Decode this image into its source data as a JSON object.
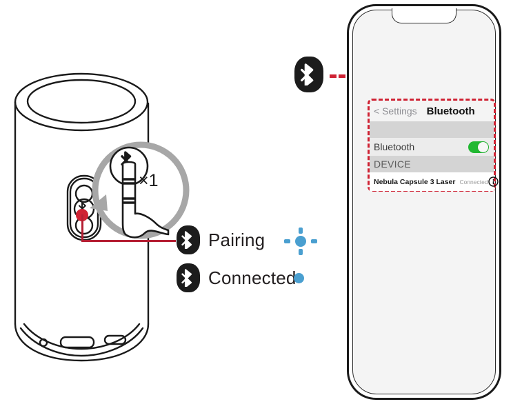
{
  "illustration": {
    "title": "Bluetooth pairing instruction diagram",
    "press_count_label": "×1"
  },
  "device": {
    "name": "speaker-projector",
    "button_panel": {
      "buttons": [
        "power-button",
        "bluetooth-button",
        "source-button"
      ]
    },
    "led_callout": {
      "color": "#cf2233",
      "target": "bluetooth-led-indicator"
    }
  },
  "legend": {
    "items": [
      {
        "icon": "bluetooth-icon",
        "label": "Pairing",
        "indicator": "blinking-blue-led",
        "indicator_color": "#4a9fd0"
      },
      {
        "icon": "bluetooth-icon",
        "label": "Connected",
        "indicator": "solid-blue-led",
        "indicator_color": "#4a9fd0"
      }
    ]
  },
  "phone": {
    "bluetooth_badge_icon": "bluetooth-icon",
    "connector": "red-dashed-line",
    "settings": {
      "back_label": "< Settings",
      "title": "Bluetooth",
      "bluetooth_row": {
        "label": "Bluetooth",
        "toggle_state": "on",
        "toggle_color": "#22b832"
      },
      "device_section_header": "DEVICE",
      "devices": [
        {
          "name": "Nebula Capsule 3 Laser",
          "status": "Connected",
          "info_icon": "info-icon"
        }
      ]
    }
  },
  "colors": {
    "accent_red": "#cf2233",
    "callout_red": "#b51f33",
    "led_blue": "#4a9fd0",
    "toggle_green": "#22b832",
    "outline": "#1a1a1a"
  }
}
